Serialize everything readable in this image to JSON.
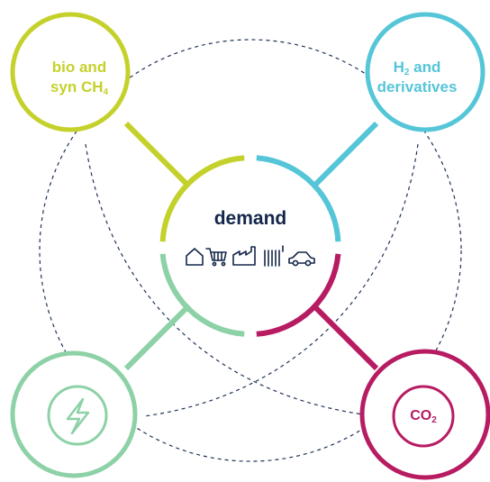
{
  "colors": {
    "bio": "#c4d12b",
    "h2": "#55c5d8",
    "power": "#8dd1a6",
    "co2": "#b71c62",
    "demand_text": "#14264a",
    "dashed": "#1f3355"
  },
  "nodes": {
    "bio": {
      "line1": "bio and",
      "line2_main": "syn CH",
      "line2_sub": "4"
    },
    "h2": {
      "line1_main": "H",
      "line1_sub": "2",
      "line1_rest": " and",
      "line2": "derivatives"
    },
    "demand": {
      "label": "demand"
    },
    "power": {
      "icon": "lightning-icon"
    },
    "co2": {
      "main": "CO",
      "sub": "2"
    }
  },
  "demand_icons": [
    "house-icon",
    "shopping-cart-icon",
    "factory-icon",
    "building-icon",
    "car-icon"
  ]
}
